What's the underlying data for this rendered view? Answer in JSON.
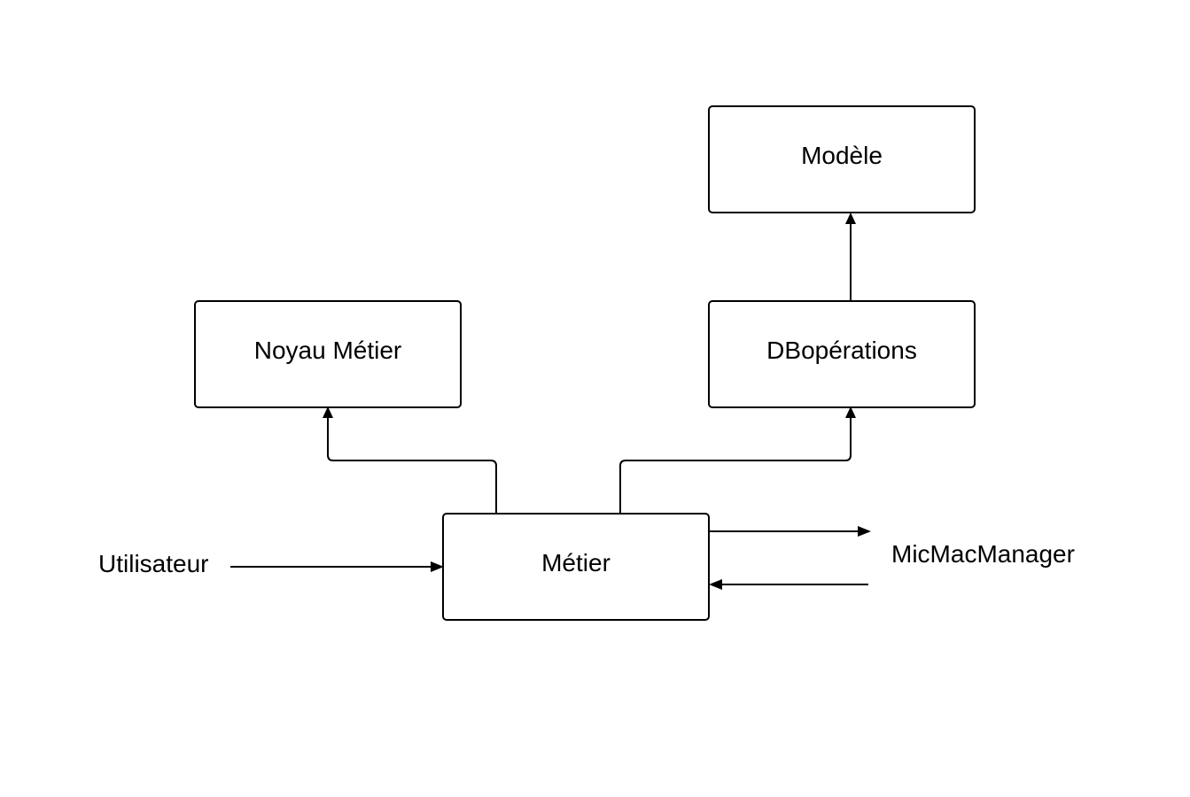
{
  "nodes": {
    "modele": "Modèle",
    "noyau_metier": "Noyau Métier",
    "dboperations": "DBopérations",
    "metier": "Métier"
  },
  "external_labels": {
    "utilisateur": "Utilisateur",
    "micmacmanager": "MicMacManager"
  }
}
